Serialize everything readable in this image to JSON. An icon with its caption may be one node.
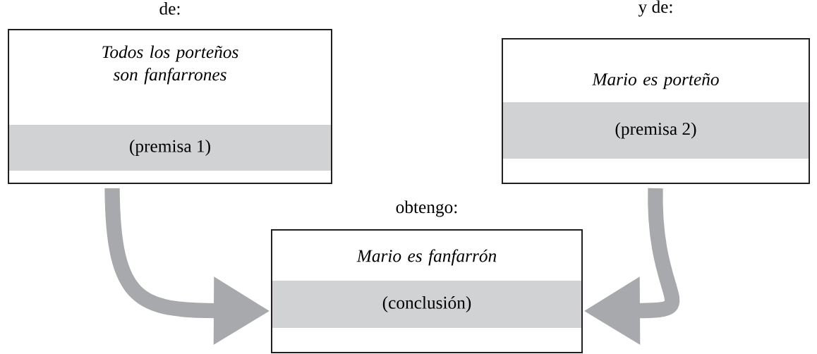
{
  "diagram": {
    "nodes": [
      {
        "text": [
          "de:",
          "Todos los porteños son fanfarrones",
          "(premisa 1)"
        ]
      },
      {
        "text": [
          "y de:",
          "Mario es porteño",
          "(premisa 2)"
        ]
      },
      {
        "text": [
          "obtengo:",
          "Mario es fanfarrón",
          "(conclusión)"
        ]
      }
    ],
    "edges": [
      {
        "from": 0,
        "to": 2,
        "arrow": "to"
      },
      {
        "from": 1,
        "to": 2,
        "arrow": "to"
      }
    ]
  }
}
